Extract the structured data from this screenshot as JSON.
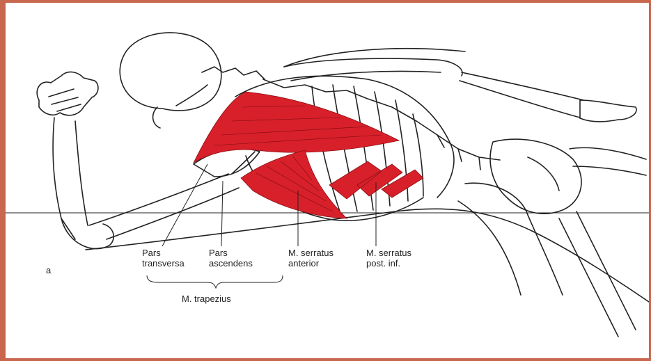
{
  "figure_label": "a",
  "labels": {
    "pars_transversa": [
      "Pars",
      "transversa"
    ],
    "pars_ascendens": [
      "Pars",
      "ascendens"
    ],
    "serratus_anterior": [
      "M. serratus",
      "anterior"
    ],
    "serratus_post_inf": [
      "M. serratus",
      "post. inf."
    ],
    "trapezius": "M. trapezius"
  },
  "colors": {
    "border": "#c8674d",
    "muscle": "#d8202a",
    "line": "#222222",
    "background": "#ffffff"
  },
  "icons": {
    "figure": "anatomical-illustration"
  }
}
